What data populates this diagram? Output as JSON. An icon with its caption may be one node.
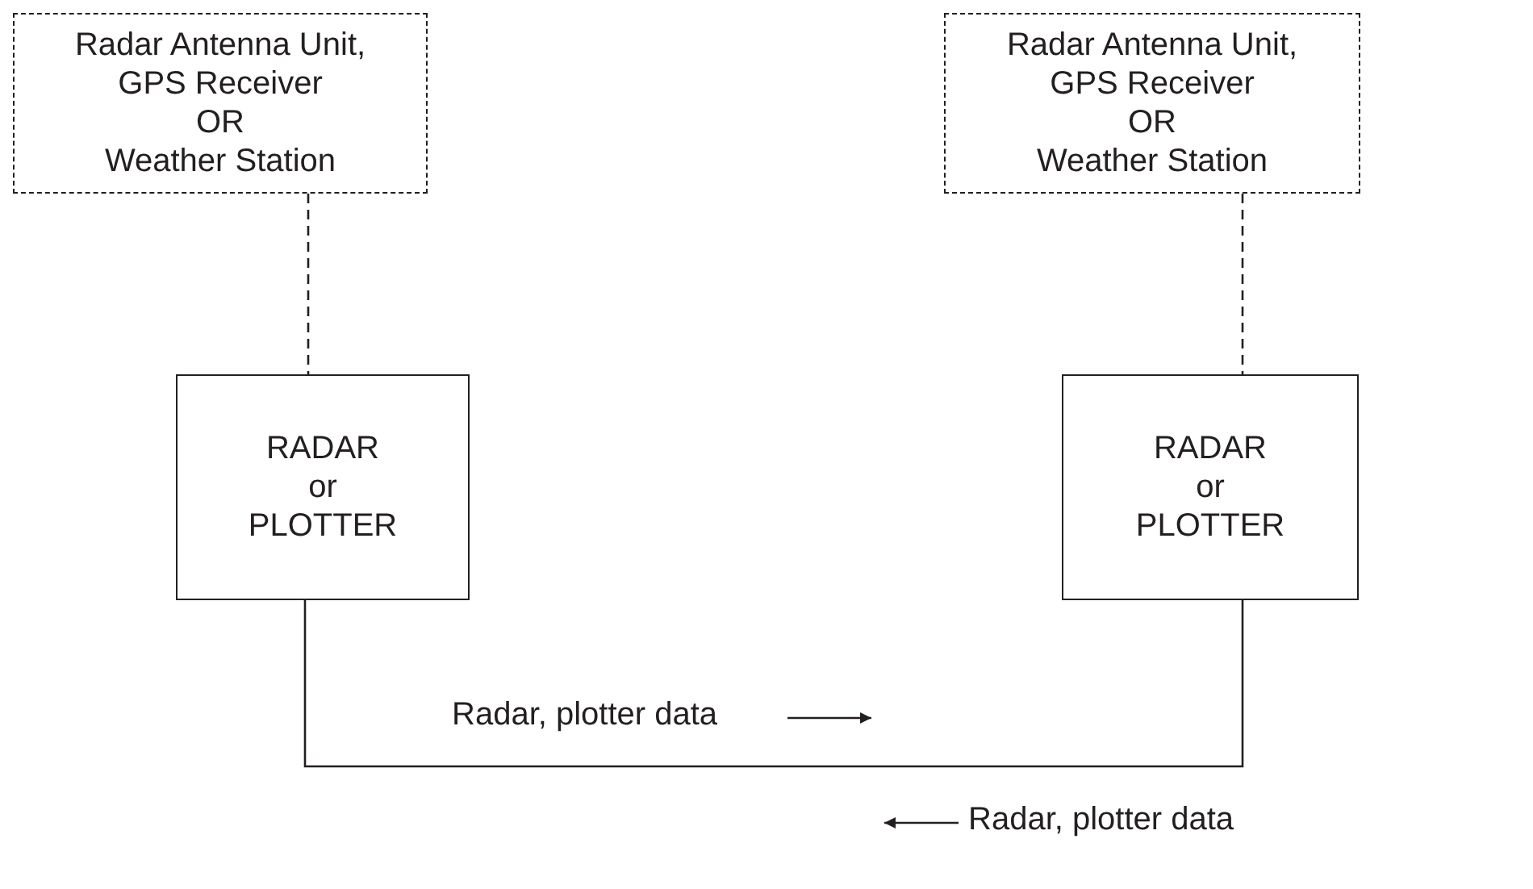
{
  "diagram": {
    "nodes": [
      {
        "text": [
          "Radar Antenna Unit,",
          "GPS Receiver",
          "OR",
          "Weather Station"
        ]
      },
      {
        "text": [
          "Radar Antenna Unit,",
          "GPS Receiver",
          "OR",
          "Weather Station"
        ]
      },
      {
        "text": [
          "RADAR",
          "or",
          "PLOTTER"
        ]
      },
      {
        "text": [
          "RADAR",
          "or",
          "PLOTTER"
        ]
      }
    ],
    "edges": [
      {
        "from": 0,
        "to": 2,
        "arrow": "none",
        "style": "dashed"
      },
      {
        "from": 1,
        "to": 3,
        "arrow": "none",
        "style": "dashed"
      },
      {
        "from": 2,
        "to": 3,
        "arrow": "none"
      }
    ],
    "labels": [
      "Radar, plotter data",
      "Radar, plotter data"
    ]
  }
}
